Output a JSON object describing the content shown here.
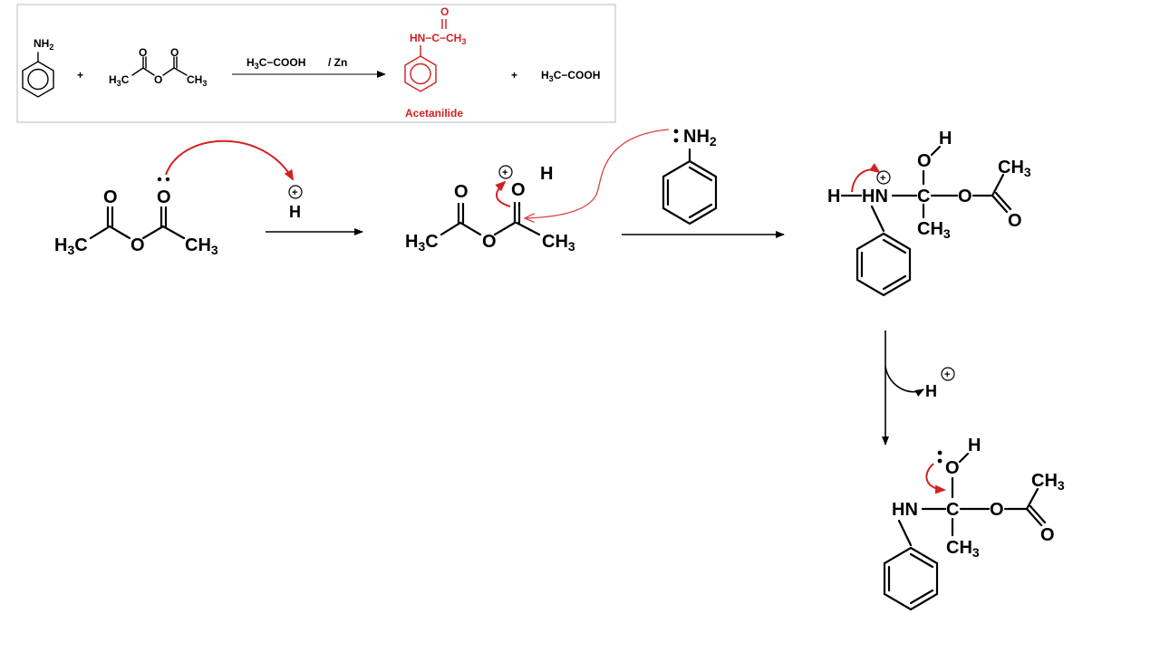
{
  "labels": {
    "nh2": "NH",
    "sub2": "2",
    "sub3": "3",
    "h3c": "H",
    "c": "C",
    "ch3_c": "CH",
    "o": "O",
    "h": "H",
    "hn": "HN",
    "plus": "+",
    "cooh": "COOH",
    "h3c_cooh_prefix": "H",
    "h3c_cooh_mid": "C",
    "dash_cooh": "−COOH",
    "slash_zn": "/ Zn",
    "hn_dash_c_dash_ch3": "HN−C−CH",
    "acetanilide": "Acetanilide"
  },
  "colors": {
    "product_red": "#d42020",
    "line_black": "#000000",
    "box_border": "#bbbbbb"
  }
}
